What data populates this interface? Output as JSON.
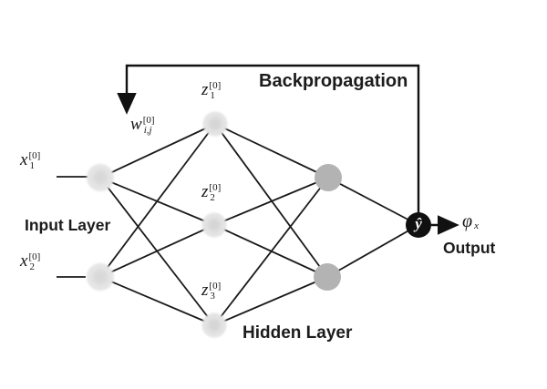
{
  "diagram": {
    "type": "neural-network-with-backpropagation",
    "backprop_label": "Backpropagation",
    "input_layer_label": "Input Layer",
    "hidden_layer_label": "Hidden Layer",
    "output_label": "Output",
    "weight_label": {
      "base": "w",
      "sup": "[0]",
      "sub": "i,j"
    },
    "input_nodes": [
      {
        "base": "x",
        "sup": "[0]",
        "sub": "1"
      },
      {
        "base": "x",
        "sup": "[0]",
        "sub": "2"
      }
    ],
    "hidden_nodes": [
      {
        "base": "z",
        "sup": "[0]",
        "sub": "1"
      },
      {
        "base": "z",
        "sup": "[0]",
        "sub": "2"
      },
      {
        "base": "z",
        "sup": "[0]",
        "sub": "3"
      }
    ],
    "output_node_label": "ŷ",
    "output_value": {
      "base": "φ",
      "sub": "x"
    },
    "colors": {
      "edge": "#1a1a1a",
      "light_node_fill": "#e5e5e5",
      "light_node_core": "#d6d6d6",
      "gray_node_fill": "#b3b3b3",
      "output_node_fill": "#101010",
      "background": "#ffffff",
      "text": "#1c1c1c"
    }
  }
}
